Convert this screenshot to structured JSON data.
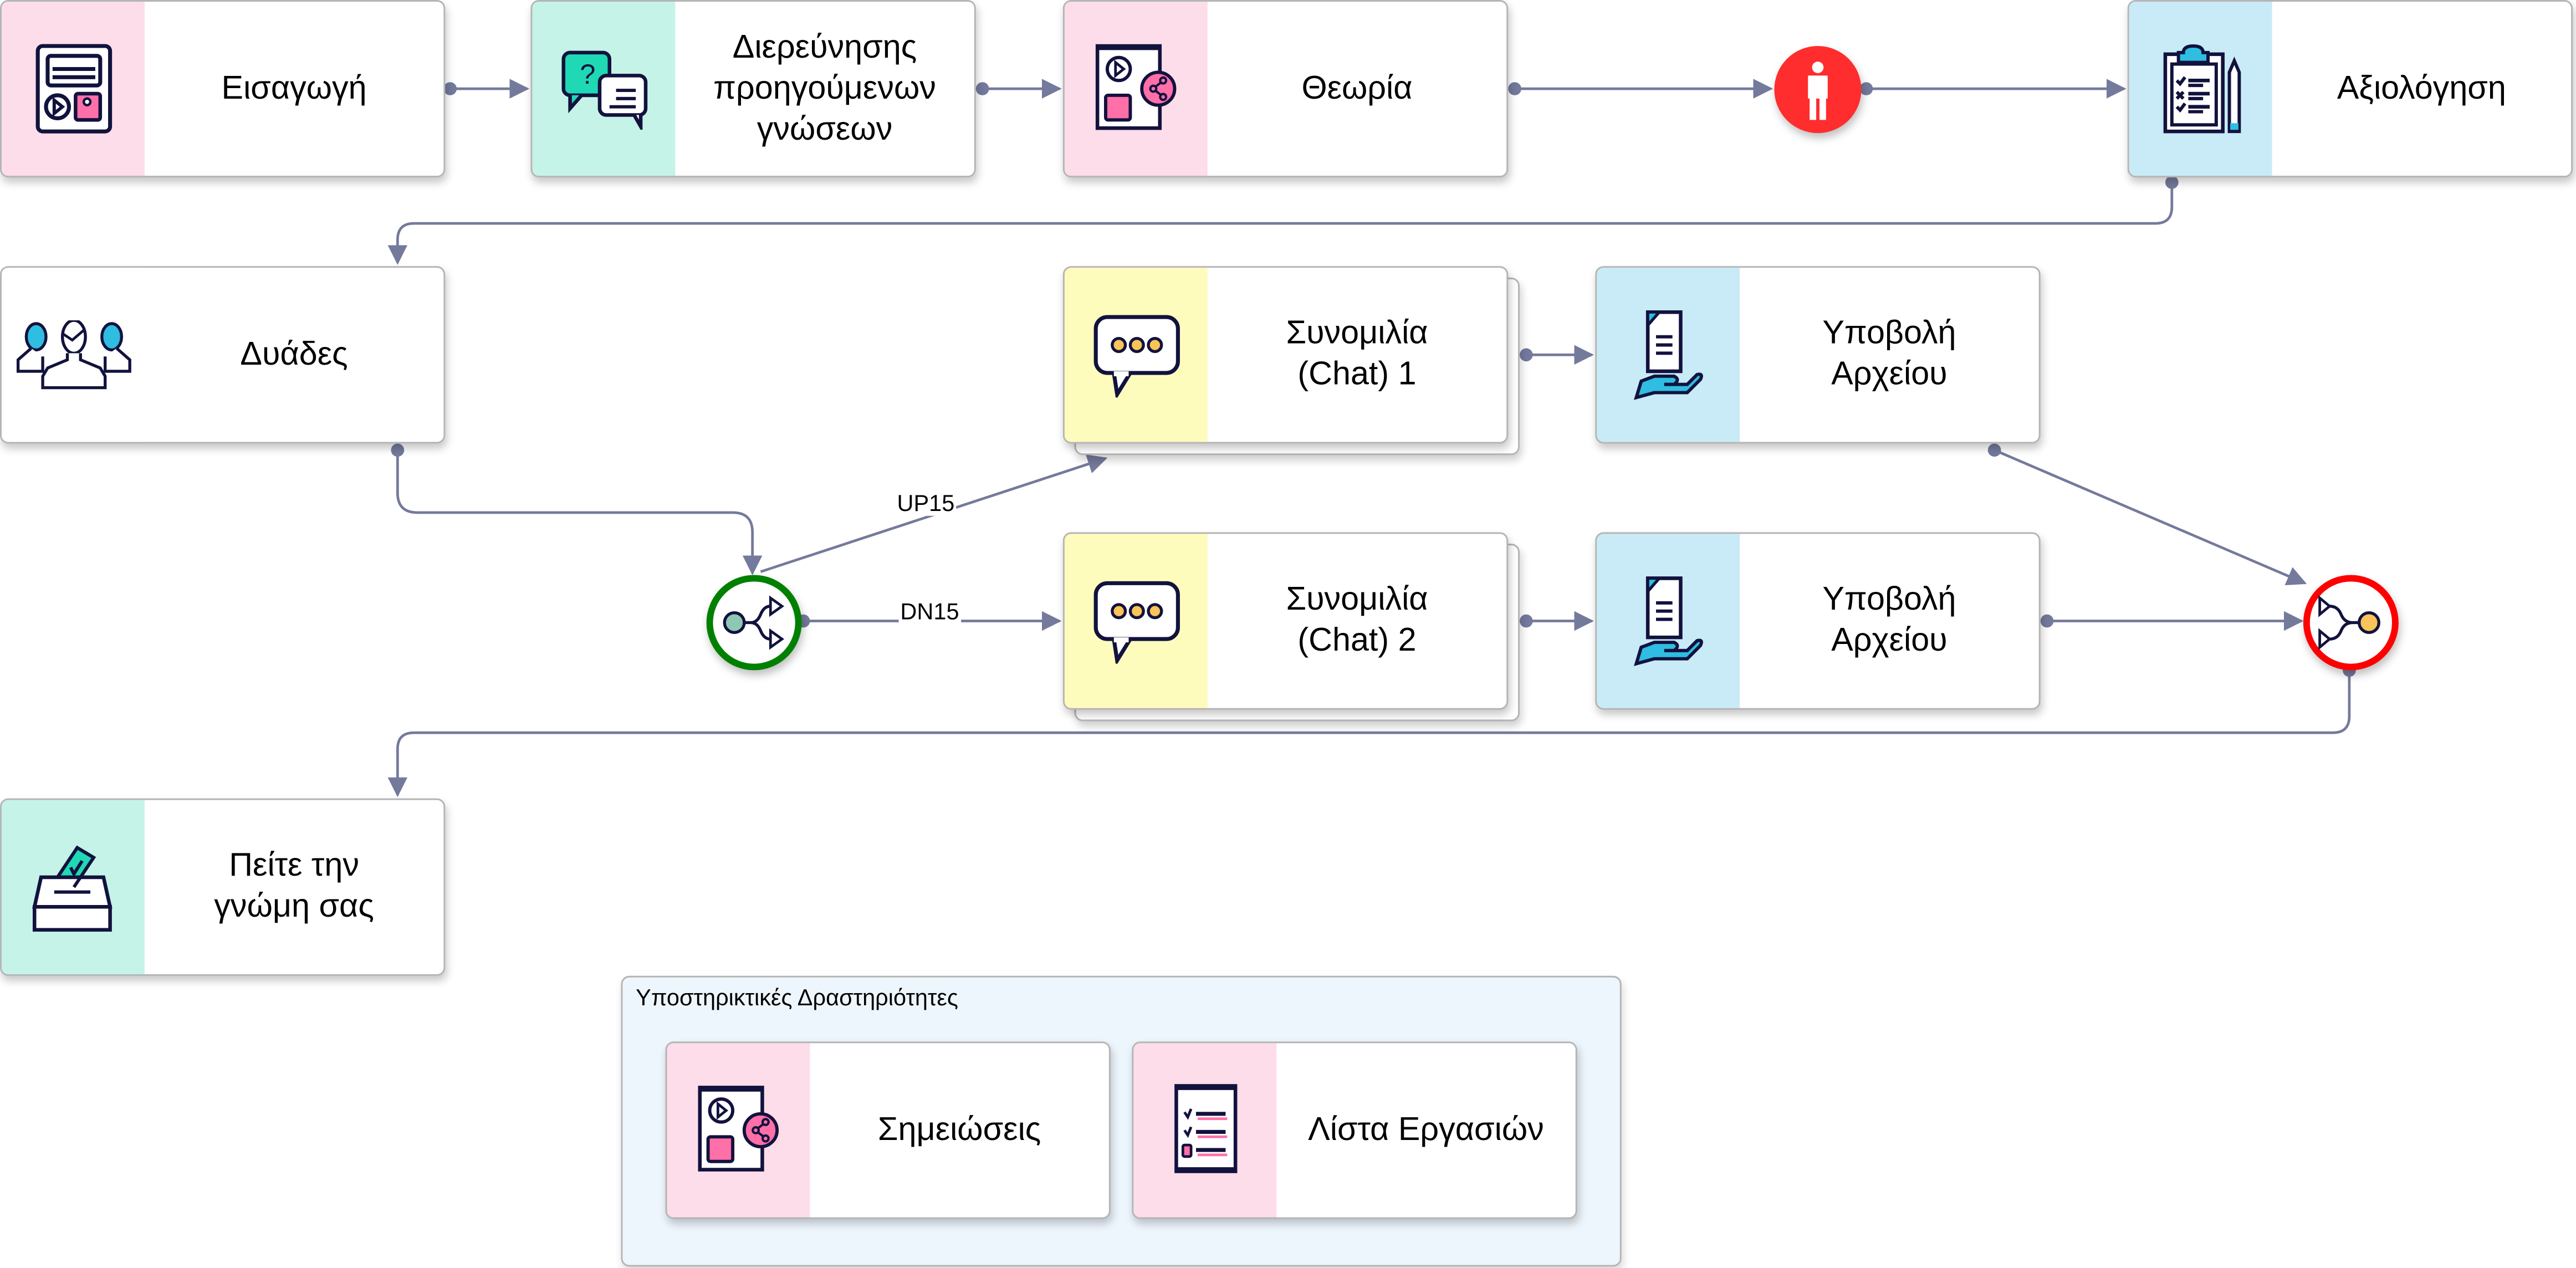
{
  "diagram": {
    "activities": [
      {
        "id": "intro",
        "label": "Εισαγωγή",
        "icon": "multimedia-page-icon",
        "band_color": "#fcdde9"
      },
      {
        "id": "prior",
        "label": "Διερεύνησης\nπροηγούμενων\nγνώσεων",
        "icon": "question-chat-icon",
        "band_color": "#c5f3e8"
      },
      {
        "id": "theory",
        "label": "Θεωρία",
        "icon": "shared-resources-icon",
        "band_color": "#fcdde9"
      },
      {
        "id": "assessment",
        "label": "Αξιολόγηση",
        "icon": "clipboard-checklist-icon",
        "band_color": "#c8ebf7"
      },
      {
        "id": "pairs",
        "label": "Δυάδες",
        "icon": "group-people-icon",
        "band_color": "#ffffff"
      },
      {
        "id": "chat1",
        "label": "Συνομιλία\n(Chat) 1",
        "icon": "chat-bubble-icon",
        "band_color": "#fefcbd"
      },
      {
        "id": "submit1",
        "label": "Υποβολή\nΑρχείου",
        "icon": "file-submit-icon",
        "band_color": "#c8ebf7"
      },
      {
        "id": "chat2",
        "label": "Συνομιλία\n(Chat) 2",
        "icon": "chat-bubble-icon",
        "band_color": "#fefcbd"
      },
      {
        "id": "submit2",
        "label": "Υποβολή\nΑρχείου",
        "icon": "file-submit-icon",
        "band_color": "#c8ebf7"
      },
      {
        "id": "feedback",
        "label": "Πείτε την\nγνώμη σας",
        "icon": "ballot-box-icon",
        "band_color": "#c5f3e8"
      }
    ],
    "gates": [
      {
        "id": "stop",
        "type": "teacher-stop",
        "color": "#ff2d2d"
      },
      {
        "id": "branch",
        "type": "branch",
        "color": "#008000"
      },
      {
        "id": "join",
        "type": "join",
        "color": "#ff0000"
      }
    ],
    "edge_labels": {
      "up": "UP15",
      "down": "DN15"
    },
    "support_group": {
      "title": "Υποστηρικτικές Δραστηριότητες",
      "items": [
        {
          "id": "notes",
          "label": "Σημειώσεις",
          "icon": "shared-resources-icon",
          "band_color": "#fcdde9"
        },
        {
          "id": "tasklist",
          "label": "Λίστα Εργασιών",
          "icon": "task-list-icon",
          "band_color": "#fcdde9"
        }
      ]
    },
    "colors": {
      "connector": "#747a9c",
      "icon_ink": "#12123e",
      "accent_pink": "#ff6fa8",
      "accent_teal": "#1fd9b4",
      "accent_blue": "#2fbde2",
      "accent_yellow": "#f9c458"
    }
  }
}
